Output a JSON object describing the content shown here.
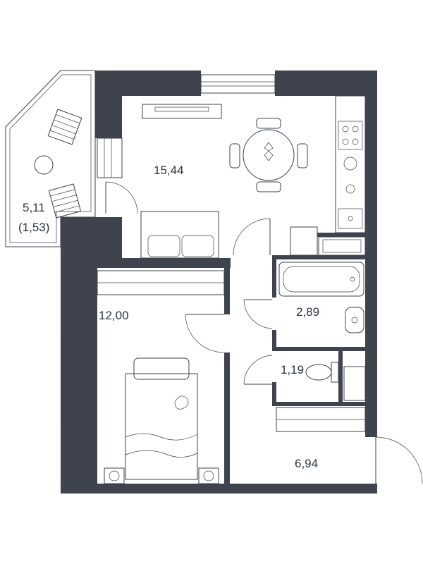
{
  "floor_plan": {
    "rooms": [
      {
        "id": "balcony",
        "area": "5,11",
        "area_sub": "(1,53)"
      },
      {
        "id": "living-kitchen",
        "area": "15,44"
      },
      {
        "id": "bedroom",
        "area": "12,00"
      },
      {
        "id": "bathroom",
        "area": "2,89"
      },
      {
        "id": "toilet",
        "area": "1,19"
      },
      {
        "id": "hallway",
        "area": "6,94"
      }
    ]
  },
  "colors": {
    "wall": "#3e434d",
    "line": "#3b404a",
    "text": "#2e3440",
    "background": "#ffffff"
  }
}
